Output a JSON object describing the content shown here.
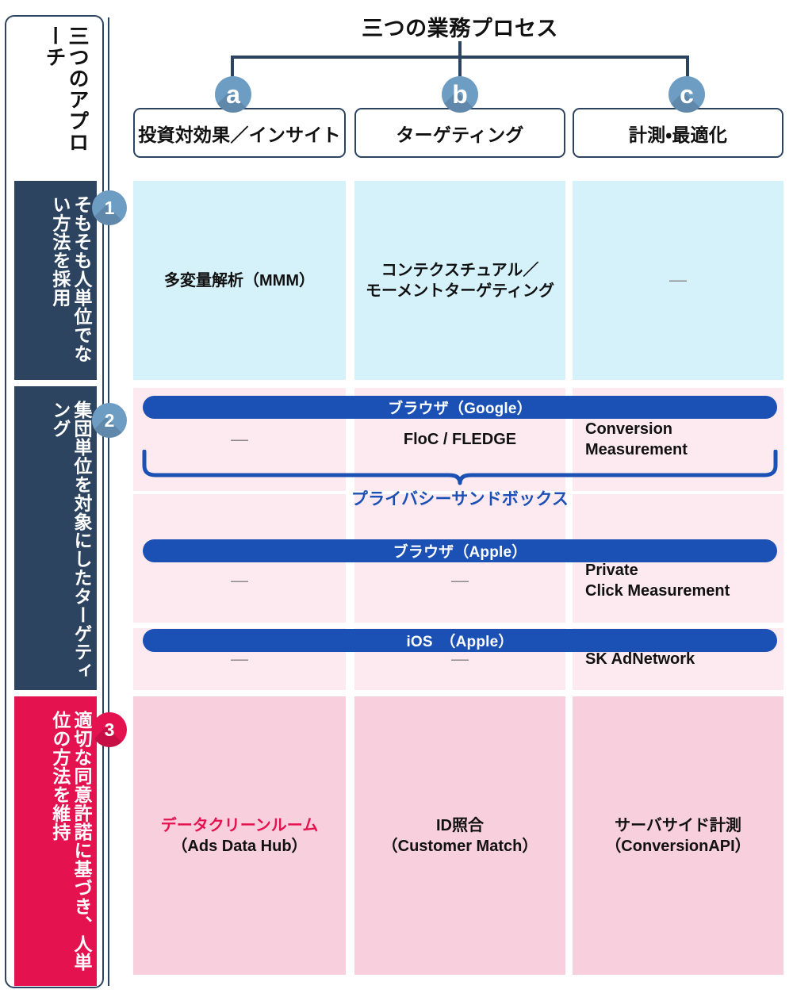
{
  "diagram": {
    "title": "三つの業務プロセス",
    "approach_axis_title": "三つのアプローチ"
  },
  "badges": {
    "a": "a",
    "b": "b",
    "c": "c",
    "one": "1",
    "two": "2",
    "three": "3"
  },
  "columns": [
    {
      "key": "a",
      "label": "投資対効果／インサイト"
    },
    {
      "key": "b",
      "label": "ターゲティング"
    },
    {
      "key": "c",
      "label": "計測・最適化"
    }
  ],
  "rows": [
    {
      "number": "1",
      "label": "そもそも人単位でない方法を採用",
      "label_color": "#2d4460",
      "band_color": "#d5f1f9",
      "cells": [
        "多変量解析（MMM）",
        "コンテクスチュアル／\nモーメントターゲティング",
        "—"
      ]
    },
    {
      "number": "2",
      "label": "集団単位を対象にしたターゲティング",
      "label_color": "#2d4460",
      "band_color": "#fdeaf0",
      "platforms": [
        {
          "bar_label": "ブラウザ（Google）",
          "cells": [
            "—",
            "FloC / FLEDGE",
            "Conversion\nMeasurement"
          ],
          "brace_label": "プライバシーサンドボックス"
        },
        {
          "bar_label": "ブラウザ（Apple）",
          "cells": [
            "—",
            "—",
            "Private\nClick Measurement"
          ]
        },
        {
          "bar_label": "iOS　（Apple）",
          "cells": [
            "—",
            "—",
            "SK AdNetwork"
          ]
        }
      ]
    },
    {
      "number": "3",
      "label": "適切な同意許諾に基づき、人単位の方法を維持",
      "label_color": "#e4124f",
      "band_color": "#f7cfdd",
      "cells": [
        "データクリーンルーム\n（Ads Data Hub）",
        "ID照合\n（Customer Match）",
        "サーバサイド計測\n（ConversionAPI）"
      ]
    }
  ],
  "cell_text": {
    "r1c1": "多変量解析（MMM）",
    "r1c2_line1": "コンテクスチュアル／",
    "r1c2_line2": "モーメントターゲティング",
    "r1c3": "—",
    "google_c1": "—",
    "google_c2": "FloC / FLEDGE",
    "google_c3_line1": "Conversion",
    "google_c3_line2": "Measurement",
    "apple_c1": "—",
    "apple_c2": "—",
    "apple_c3_line1": "Private",
    "apple_c3_line2": "Click Measurement",
    "ios_c1": "—",
    "ios_c2": "—",
    "ios_c3": "SK AdNetwork",
    "r3c1_line1": "データクリーンルーム",
    "r3c1_line2": "（Ads Data Hub）",
    "r3c2_line1": "ID照合",
    "r3c2_line2": "（Customer Match）",
    "r3c3_line1": "サーバサイド計測",
    "r3c3_line2": "（ConversionAPI）"
  },
  "bars": {
    "google": "ブラウザ（Google）",
    "apple_browser": "ブラウザ（Apple）",
    "ios": "iOS　（Apple）"
  },
  "brace": {
    "label": "プライバシーサンドボックス"
  },
  "colors": {
    "navy": "#2d4460",
    "crimson": "#e4124f",
    "badge_blue": "#6e9dc4",
    "bar_blue": "#1b50b4",
    "band_cyan": "#d5f1f9",
    "band_pink_light": "#fdeaf0",
    "band_pink_deep": "#f7cfdd"
  }
}
